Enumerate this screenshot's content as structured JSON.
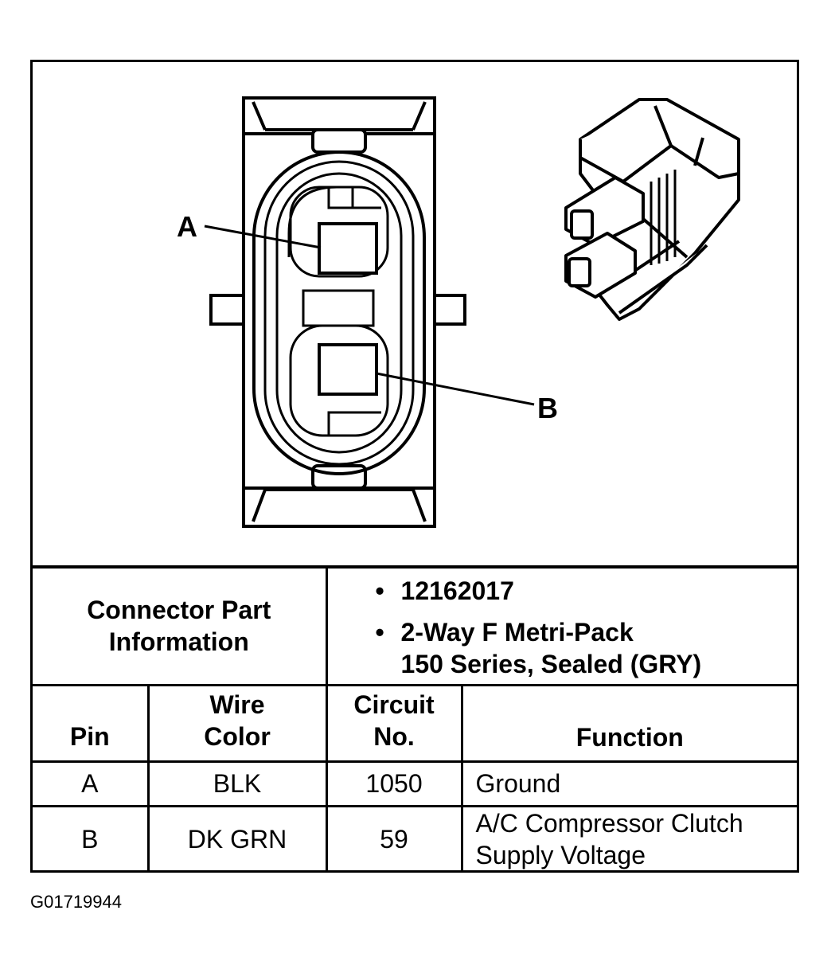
{
  "diagram": {
    "label_a": "A",
    "label_b": "B"
  },
  "connector_info": {
    "label_line1": "Connector Part",
    "label_line2": "Information",
    "items": [
      {
        "bullet": "•",
        "lines": [
          "12162017"
        ]
      },
      {
        "bullet": "•",
        "lines": [
          "2-Way F Metri-Pack",
          "150 Series, Sealed (GRY)"
        ]
      }
    ]
  },
  "table": {
    "headers": {
      "pin": "Pin",
      "wire_color_line1": "Wire",
      "wire_color_line2": "Color",
      "circuit_line1": "Circuit",
      "circuit_line2": "No.",
      "function": "Function"
    },
    "rows": [
      {
        "pin": "A",
        "wire_color": "BLK",
        "circuit": "1050",
        "function_line1": "Ground",
        "function_line2": ""
      },
      {
        "pin": "B",
        "wire_color": "DK GRN",
        "circuit": "59",
        "function_line1": "A/C Compressor Clutch",
        "function_line2": "Supply Voltage"
      }
    ]
  },
  "figure_id": "G01719944"
}
